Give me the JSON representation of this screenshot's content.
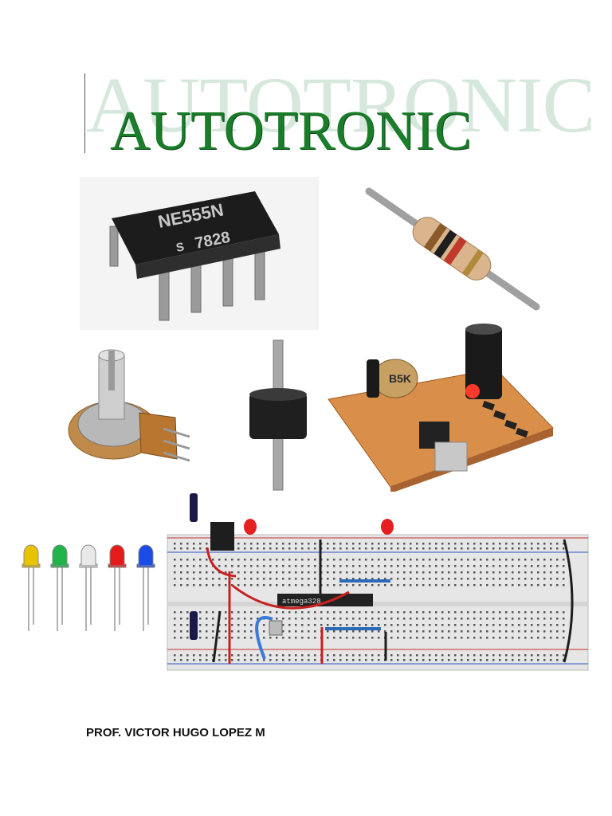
{
  "document": {
    "title": "AUTOTRONIC",
    "title_watermark": "AUTOTRONIC",
    "author": "PROF. VICTOR HUGO LOPEZ M"
  },
  "images": {
    "ic_chip": {
      "icon": "ne555-ic-chip",
      "marking_1": "NE555N",
      "marking_2": "7828",
      "logo": "S"
    },
    "resistor": {
      "icon": "resistor"
    },
    "potentiometer": {
      "icon": "potentiometer"
    },
    "ferrite": {
      "icon": "ferrite-bead"
    },
    "pcb": {
      "icon": "circuit-board",
      "pot_label": "B5K"
    },
    "leds": {
      "icon": "led-set",
      "colors": [
        "#e8c400",
        "#1fb34a",
        "#e8e8e8",
        "#e51a1a",
        "#1a4de5"
      ]
    },
    "breadboard": {
      "icon": "breadboard-circuit",
      "chip_label": "atmega328"
    }
  },
  "colors": {
    "title_green": "#1a7d2a",
    "watermark_green": "#d6e8dc"
  }
}
